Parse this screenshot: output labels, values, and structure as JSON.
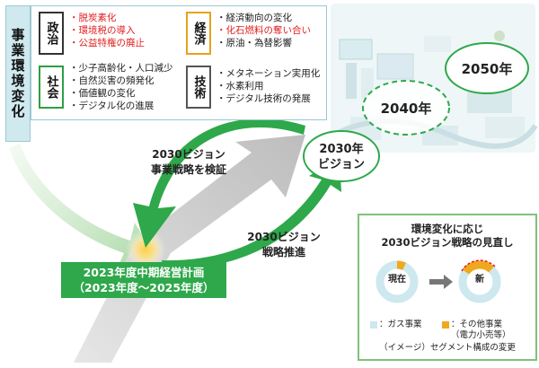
{
  "env_header": "事業環境変化",
  "categories": [
    {
      "label": "政治",
      "items": [
        {
          "text": "・脱炭素化",
          "red": true
        },
        {
          "text": "・環境税の導入",
          "red": true
        },
        {
          "text": "・公益特権の廃止",
          "red": true
        }
      ]
    },
    {
      "label": "経済",
      "items": [
        {
          "text": "・経済動向の変化",
          "red": false
        },
        {
          "text": "・化石燃料の奪い合い",
          "red": true
        },
        {
          "text": "・原油・為替影響",
          "red": false
        }
      ]
    },
    {
      "label": "社会",
      "items": [
        {
          "text": "・少子高齢化・人口減少",
          "red": false
        },
        {
          "text": "・自然災害の頻発化",
          "red": false
        },
        {
          "text": "・価値観の変化",
          "red": false
        },
        {
          "text": "・デジタル化の進展",
          "red": false
        }
      ]
    },
    {
      "label": "技術",
      "items": [
        {
          "text": "・メタネーション実用化",
          "red": false
        },
        {
          "text": "・水素利用",
          "red": false
        },
        {
          "text": "・デジタル技術の発展",
          "red": false
        }
      ]
    }
  ],
  "years": {
    "y2050": "2050年",
    "y2040": "2040年"
  },
  "vision": {
    "line1": "2030年",
    "line2": "ビジョン"
  },
  "arrows": {
    "verify_line1": "2030ビジョン",
    "verify_line2": "事業戦略を検証",
    "promote_line1": "2030ビジョン",
    "promote_line2": "戦略推進"
  },
  "plan": {
    "line1": "2023年度中期経営計画",
    "line2": "（2023年度～2025年度）"
  },
  "review": {
    "title_line1": "環境変化に応じ",
    "title_line2": "2030ビジョン戦略の見直し",
    "current_label": "現在",
    "new_label": "新",
    "legend_gas": "：ガス事業",
    "legend_other_line1": "：その他事業",
    "legend_other_line2": "（電力小売等）",
    "caption": "（イメージ）セグメント構成の変更"
  },
  "colors": {
    "green": "#2ea84a",
    "gas": "#cde8ee",
    "other": "#f0a81e",
    "red": "#e02020"
  }
}
